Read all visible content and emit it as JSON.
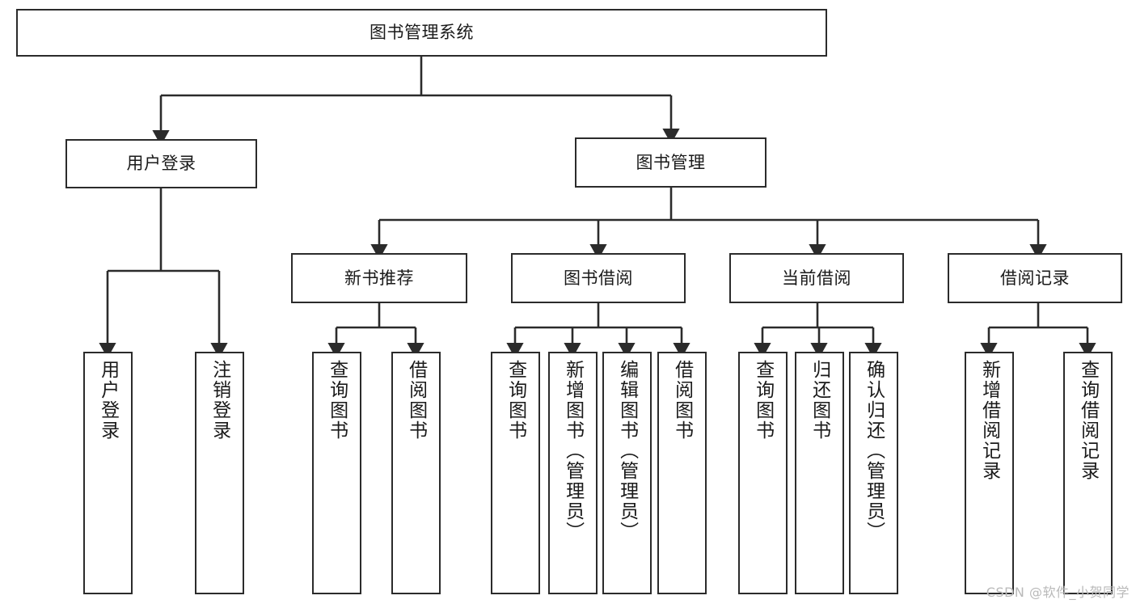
{
  "diagram": {
    "type": "hierarchy-tree",
    "title": "图书管理系统",
    "watermark": "CSDN @软件_小贺同学",
    "colors": {
      "box_border": "#2b2b2b",
      "box_fill": "#ffffff",
      "connector": "#2b2b2b",
      "text": "#1a1a1a",
      "watermark": "#b9b9b9",
      "background": "#ffffff"
    },
    "root": {
      "label": "图书管理系统"
    },
    "level2": [
      {
        "label": "用户登录"
      },
      {
        "label": "图书管理"
      }
    ],
    "level3": [
      {
        "label": "新书推荐"
      },
      {
        "label": "图书借阅"
      },
      {
        "label": "当前借阅"
      },
      {
        "label": "借阅记录"
      }
    ],
    "leaves": {
      "user_login": [
        {
          "label": "用户登录"
        },
        {
          "label": "注销登录"
        }
      ],
      "new_book_recommend": [
        {
          "label": "查询图书"
        },
        {
          "label": "借阅图书"
        }
      ],
      "book_borrow": [
        {
          "label": "查询图书"
        },
        {
          "label": "新增图书（管理员）"
        },
        {
          "label": "编辑图书（管理员）"
        },
        {
          "label": "借阅图书"
        }
      ],
      "current_borrow": [
        {
          "label": "查询图书"
        },
        {
          "label": "归还图书"
        },
        {
          "label": "确认归还（管理员）"
        }
      ],
      "borrow_record": [
        {
          "label": "新增借阅记录"
        },
        {
          "label": "查询借阅记录"
        }
      ]
    }
  }
}
